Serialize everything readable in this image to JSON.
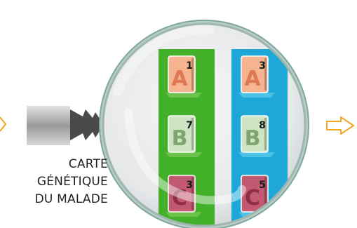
{
  "caption": {
    "line1": "CARTE",
    "line2": "GÉNÉTIQUE",
    "line3": "DU MALADE"
  },
  "columns": [
    {
      "color": "#43b02a",
      "alleles": [
        {
          "letter": "A",
          "number": "1",
          "tile": "#f6b490",
          "letterColor": "#e07a55"
        },
        {
          "letter": "B",
          "number": "7",
          "tile": "#cfe4c2",
          "letterColor": "#7fa573"
        },
        {
          "letter": "C",
          "number": "3",
          "tile": "#c45a72",
          "letterColor": "#8e2f47"
        }
      ]
    },
    {
      "color": "#1da8d8",
      "alleles": [
        {
          "letter": "A",
          "number": "3",
          "tile": "#f6b490",
          "letterColor": "#e07a55"
        },
        {
          "letter": "B",
          "number": "8",
          "tile": "#cfe4c2",
          "letterColor": "#7fa573"
        },
        {
          "letter": "C",
          "number": "5",
          "tile": "#c45a72",
          "letterColor": "#8e2f47"
        }
      ]
    }
  ],
  "colors": {
    "arrow": "#f5a623",
    "lensRim": "#8fb8b0",
    "plug": "#5b5b5b"
  }
}
